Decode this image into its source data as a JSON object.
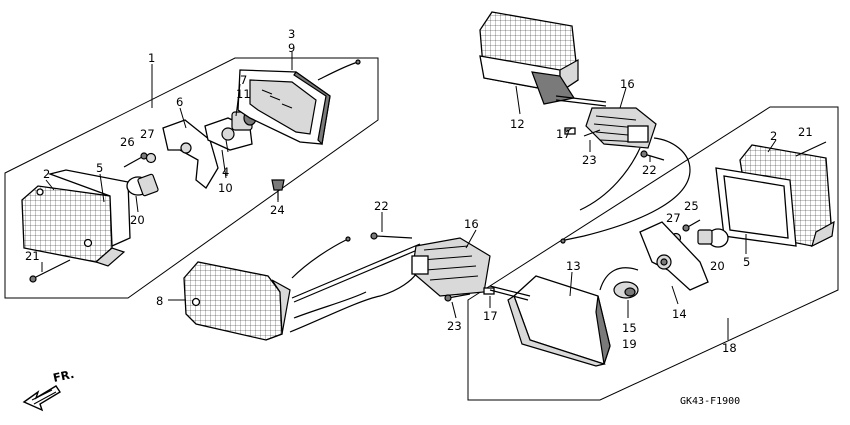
{
  "diagram": {
    "code": "GK43-F1900",
    "direction_label": "FR.",
    "callouts": [
      {
        "id": "1",
        "text": "1"
      },
      {
        "id": "2a",
        "text": "2"
      },
      {
        "id": "2b",
        "text": "2"
      },
      {
        "id": "3",
        "text": "3"
      },
      {
        "id": "4",
        "text": "4"
      },
      {
        "id": "5a",
        "text": "5"
      },
      {
        "id": "5b",
        "text": "5"
      },
      {
        "id": "6",
        "text": "6"
      },
      {
        "id": "7",
        "text": "7"
      },
      {
        "id": "8",
        "text": "8"
      },
      {
        "id": "9",
        "text": "9"
      },
      {
        "id": "10",
        "text": "10"
      },
      {
        "id": "11",
        "text": "11"
      },
      {
        "id": "12",
        "text": "12"
      },
      {
        "id": "13",
        "text": "13"
      },
      {
        "id": "14",
        "text": "14"
      },
      {
        "id": "15",
        "text": "15"
      },
      {
        "id": "16a",
        "text": "16"
      },
      {
        "id": "16b",
        "text": "16"
      },
      {
        "id": "17a",
        "text": "17"
      },
      {
        "id": "17b",
        "text": "17"
      },
      {
        "id": "18",
        "text": "18"
      },
      {
        "id": "19",
        "text": "19"
      },
      {
        "id": "20a",
        "text": "20"
      },
      {
        "id": "20b",
        "text": "20"
      },
      {
        "id": "21a",
        "text": "21"
      },
      {
        "id": "21b",
        "text": "21"
      },
      {
        "id": "22a",
        "text": "22"
      },
      {
        "id": "22b",
        "text": "22"
      },
      {
        "id": "23a",
        "text": "23"
      },
      {
        "id": "23b",
        "text": "23"
      },
      {
        "id": "24",
        "text": "24"
      },
      {
        "id": "25",
        "text": "25"
      },
      {
        "id": "26",
        "text": "26"
      },
      {
        "id": "27a",
        "text": "27"
      },
      {
        "id": "27b",
        "text": "27"
      }
    ]
  }
}
